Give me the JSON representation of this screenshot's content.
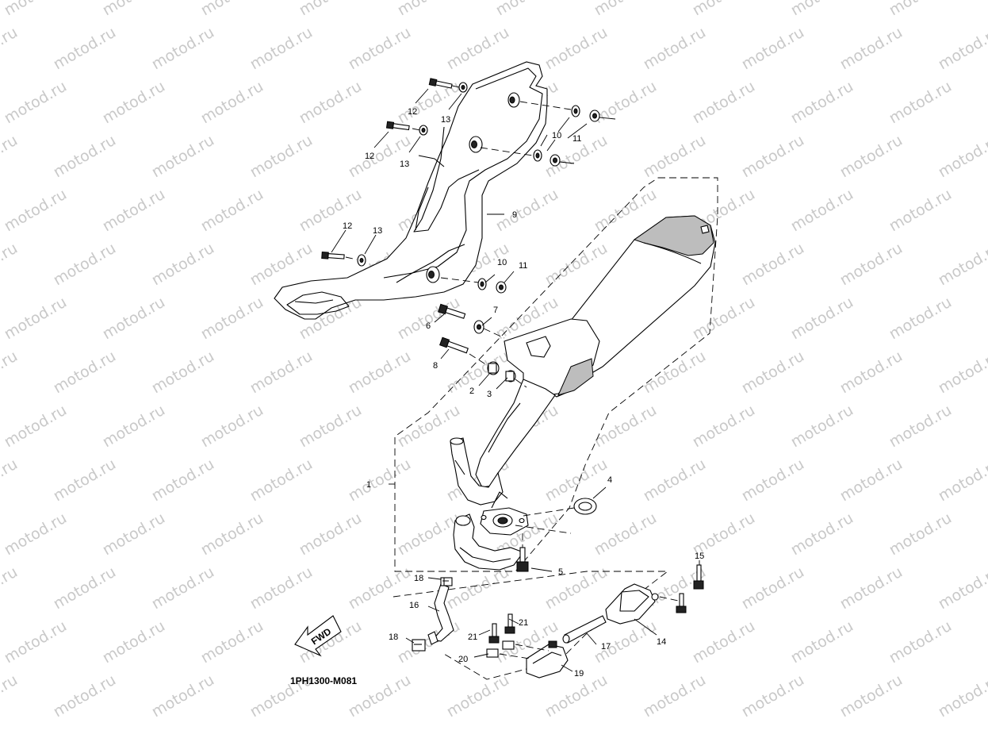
{
  "watermark": {
    "text": "motod.ru"
  },
  "diagram": {
    "code": "1PH1300-M081",
    "fwd_label": "FWD",
    "callouts": [
      {
        "id": "c1",
        "label": "1"
      },
      {
        "id": "c2",
        "label": "2"
      },
      {
        "id": "c3",
        "label": "3"
      },
      {
        "id": "c4",
        "label": "4"
      },
      {
        "id": "c5",
        "label": "5"
      },
      {
        "id": "c6",
        "label": "6"
      },
      {
        "id": "c7",
        "label": "7"
      },
      {
        "id": "c8",
        "label": "8"
      },
      {
        "id": "c9",
        "label": "9"
      },
      {
        "id": "c10a",
        "label": "10"
      },
      {
        "id": "c10b",
        "label": "10"
      },
      {
        "id": "c11a",
        "label": "11"
      },
      {
        "id": "c11b",
        "label": "11"
      },
      {
        "id": "c12a",
        "label": "12"
      },
      {
        "id": "c12b",
        "label": "12"
      },
      {
        "id": "c12c",
        "label": "12"
      },
      {
        "id": "c13a",
        "label": "13"
      },
      {
        "id": "c13b",
        "label": "13"
      },
      {
        "id": "c13c",
        "label": "13"
      },
      {
        "id": "c14",
        "label": "14"
      },
      {
        "id": "c15",
        "label": "15"
      },
      {
        "id": "c16",
        "label": "16"
      },
      {
        "id": "c17",
        "label": "17"
      },
      {
        "id": "c18a",
        "label": "18"
      },
      {
        "id": "c18b",
        "label": "18"
      },
      {
        "id": "c19",
        "label": "19"
      },
      {
        "id": "c20",
        "label": "20"
      },
      {
        "id": "c21a",
        "label": "21"
      },
      {
        "id": "c21b",
        "label": "21"
      }
    ]
  }
}
